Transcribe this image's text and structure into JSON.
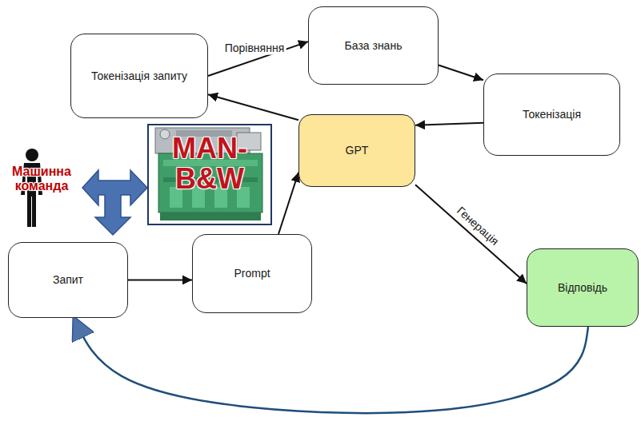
{
  "diagram": {
    "nodes": [
      {
        "text": [
          "Токенізація запиту"
        ]
      },
      {
        "text": [
          "База знань"
        ]
      },
      {
        "text": [
          "Токенізація"
        ]
      },
      {
        "text": [
          "MAN-B&W"
        ]
      },
      {
        "text": [
          "GPT"
        ]
      },
      {
        "text": [
          "Запит"
        ]
      },
      {
        "text": [
          "Prompt"
        ]
      },
      {
        "text": [
          "Відповідь"
        ]
      }
    ],
    "edges": [
      {
        "from": 0,
        "to": 1,
        "label": "Порівняння",
        "arrow": "to"
      },
      {
        "from": 1,
        "to": 2,
        "arrow": "to"
      },
      {
        "from": 2,
        "to": 4,
        "arrow": "to"
      },
      {
        "from": 4,
        "to": 0,
        "arrow": "to"
      },
      {
        "from": 5,
        "to": 6,
        "arrow": "to"
      },
      {
        "from": 6,
        "to": 4,
        "arrow": "to"
      },
      {
        "from": 4,
        "to": 7,
        "label": "Генерація",
        "arrow": "to"
      },
      {
        "from": 7,
        "to": 5,
        "arrow": "to"
      }
    ],
    "labels": [
      "Машинна команда"
    ]
  }
}
